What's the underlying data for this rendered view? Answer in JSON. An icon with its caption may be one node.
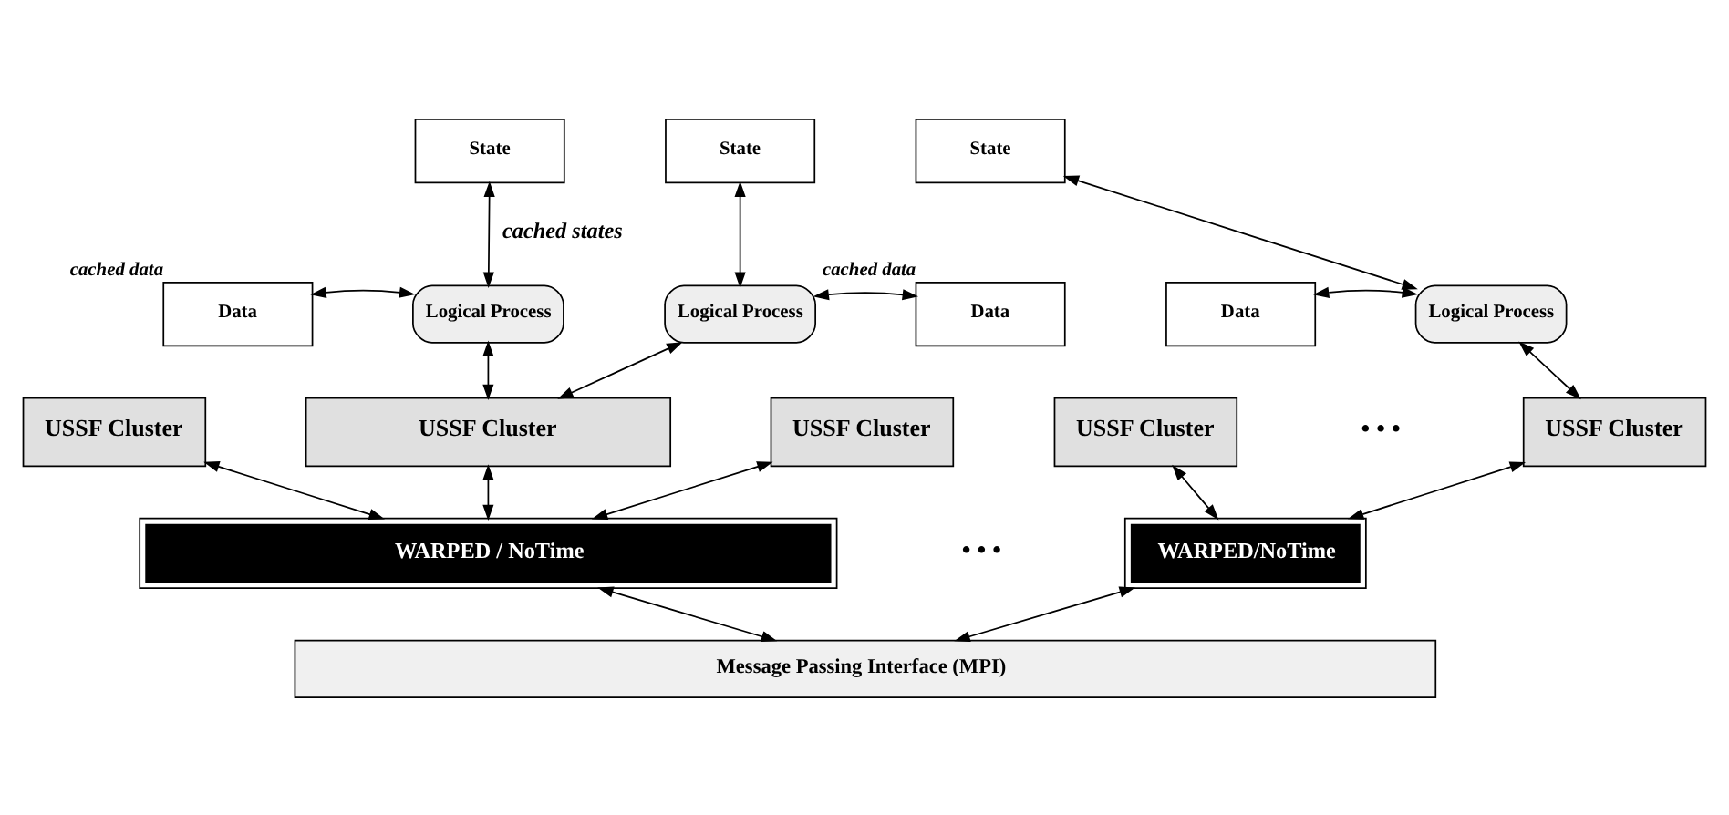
{
  "diagram": {
    "nodes": [
      {
        "text": [
          "State"
        ]
      },
      {
        "text": [
          "State"
        ]
      },
      {
        "text": [
          "State"
        ]
      },
      {
        "text": [
          "Data"
        ],
        "beside": [
          "cached data"
        ]
      },
      {
        "text": [
          "Logical Process"
        ]
      },
      {
        "text": [
          "Logical Process"
        ]
      },
      {
        "text": [
          "Data"
        ],
        "beside": [
          "cached data"
        ]
      },
      {
        "text": [
          "Data"
        ]
      },
      {
        "text": [
          "Logical Process"
        ]
      },
      {
        "text": [
          "USSF Cluster"
        ]
      },
      {
        "text": [
          "USSF Cluster"
        ]
      },
      {
        "text": [
          "USSF Cluster"
        ]
      },
      {
        "text": [
          "USSF Cluster"
        ]
      },
      {
        "text": [
          "USSF Cluster"
        ]
      },
      {
        "text": [
          "WARPED / NoTime"
        ]
      },
      {
        "text": [
          "WARPED/NoTime"
        ]
      },
      {
        "text": [
          "Message Passing Interface (MPI)"
        ]
      }
    ],
    "edges": [
      {
        "from": 0,
        "to": 4,
        "arrow": "both",
        "label": "cached states"
      },
      {
        "from": 3,
        "to": 4,
        "arrow": "both"
      },
      {
        "from": 1,
        "to": 5,
        "arrow": "both"
      },
      {
        "from": 5,
        "to": 6,
        "arrow": "both"
      },
      {
        "from": 2,
        "to": 8,
        "arrow": "both"
      },
      {
        "from": 7,
        "to": 8,
        "arrow": "both"
      },
      {
        "from": 4,
        "to": 10,
        "arrow": "both"
      },
      {
        "from": 5,
        "to": 10,
        "arrow": "both"
      },
      {
        "from": 8,
        "to": 13,
        "arrow": "both"
      },
      {
        "from": 9,
        "to": 14,
        "arrow": "both"
      },
      {
        "from": 10,
        "to": 14,
        "arrow": "both"
      },
      {
        "from": 11,
        "to": 14,
        "arrow": "both"
      },
      {
        "from": 12,
        "to": 15,
        "arrow": "both"
      },
      {
        "from": 13,
        "to": 15,
        "arrow": "both"
      },
      {
        "from": 14,
        "to": 16,
        "arrow": "both"
      },
      {
        "from": 15,
        "to": 16,
        "arrow": "both"
      }
    ],
    "labels": [
      "• • •",
      "• • •"
    ]
  }
}
